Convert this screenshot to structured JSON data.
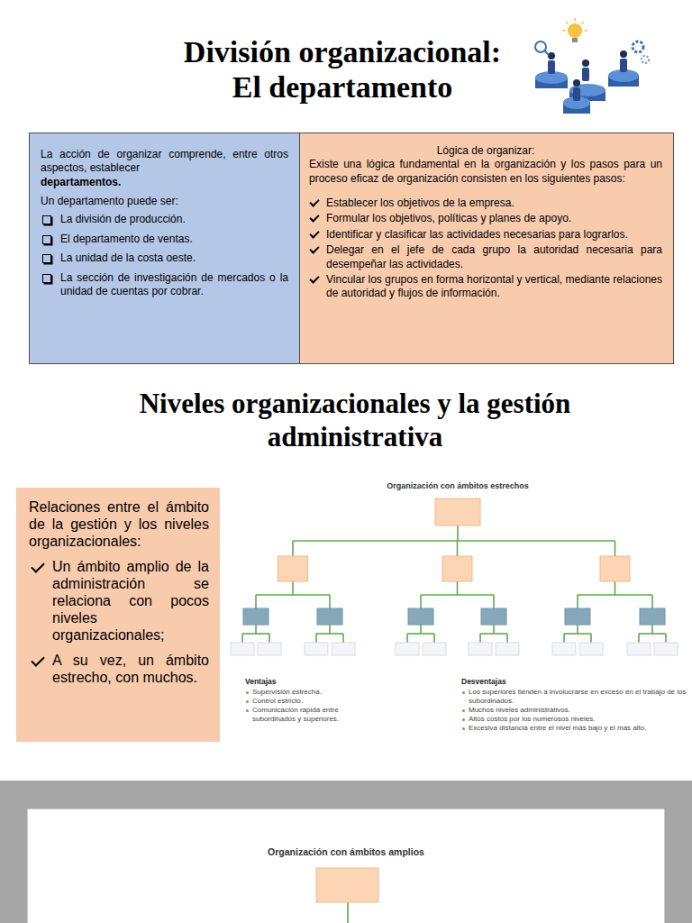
{
  "diagram": {
    "title": "División organizacional: El departamento",
    "nodes": [
      {
        "text": [
          "La acción de organizar comprende, entre otros aspectos, establecer",
          "departamentos.",
          "Un departamento puede ser:",
          "La división de producción.",
          "El departamento de ventas.",
          "La unidad de la costa oeste.",
          "La sección de investigación de mercados o la unidad de cuentas por cobrar."
        ]
      },
      {
        "text": [
          "Lógica de organizar:",
          "Existe una lógica fundamental en la organización y los pasos para un proceso eficaz de organización consisten en los siguientes pasos:",
          "Establecer los objetivos de la empresa.",
          "Formular los objetivos, políticas y planes de apoyo.",
          "Identificar y clasificar las actividades necesarias para lograrlos.",
          "Delegar en el jefe de cada grupo la autoridad necesaria para desempeñar las actividades.",
          "Vincular los grupos en forma horizontal y vertical, mediante relaciones de autoridad y flujos de información."
        ]
      },
      {
        "text": [
          "Relaciones entre el ámbito de la gestión y los niveles organizacionales:",
          "Un ámbito amplio de la administración se relaciona con pocos niveles organizacionales;",
          "A su vez, un ámbito estrecho, con muchos."
        ]
      },
      {
        "text": [
          "Organización con ámbitos amplios"
        ]
      }
    ],
    "labels": [
      "Niveles organizacionales y la gestión administrativa",
      "Organización con ámbitos estrechos",
      "Ventajas",
      "Supervisión estrecha.",
      "Control estricto.",
      "Comunicación rápida entre subordinados y superiores.",
      "Desventajas",
      "Los superiores tienden a involucrarse en exceso en el trabajo de los subordinados.",
      "Muchos niveles administrativos.",
      "Altos costos por los numerosos niveles.",
      "Excesiva distancia entre el nivel más bajo y el más alto."
    ]
  }
}
